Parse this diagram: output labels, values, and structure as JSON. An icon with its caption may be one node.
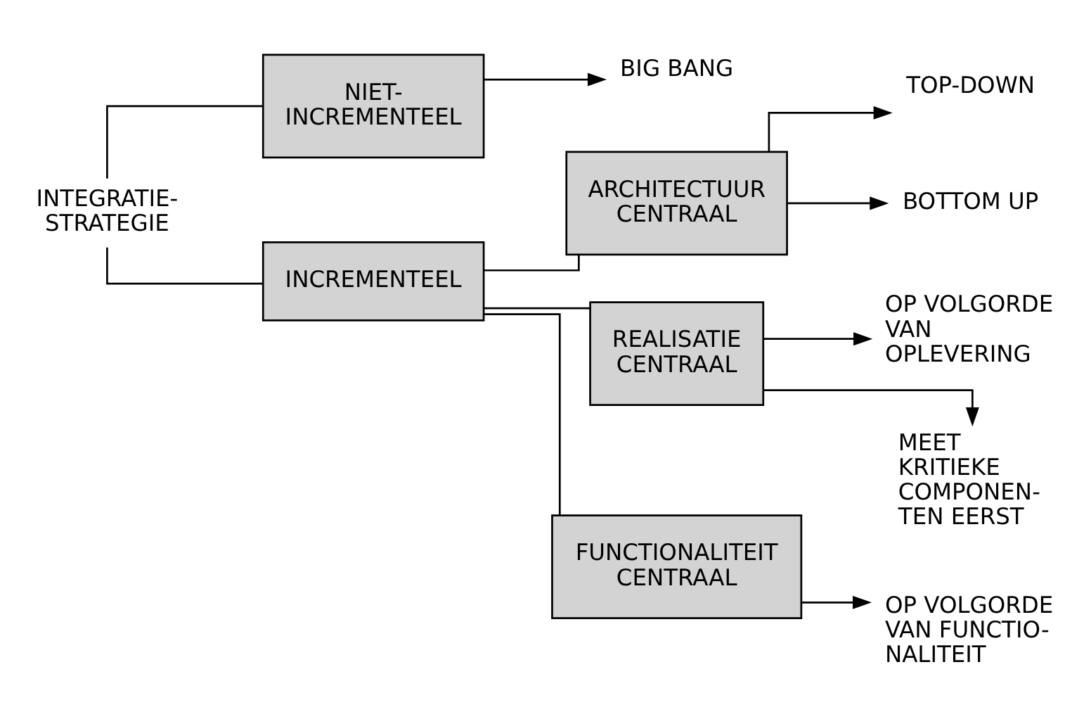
{
  "diagram": {
    "nodes": [
      {
        "text": [
          "INTEGRATIE- STRATEGIE"
        ]
      },
      {
        "text": [
          "NIET- INCREMENTEEL"
        ]
      },
      {
        "text": [
          "BIG BANG"
        ]
      },
      {
        "text": [
          "INCREMENTEEL"
        ]
      },
      {
        "text": [
          "ARCHITECTUUR CENTRAAL"
        ]
      },
      {
        "text": [
          "TOP-DOWN"
        ]
      },
      {
        "text": [
          "BOTTOM UP"
        ]
      },
      {
        "text": [
          "REALISATIE CENTRAAL"
        ]
      },
      {
        "text": [
          "OP VOLGORDE VAN OPLEVERING"
        ]
      },
      {
        "text": [
          "MEET KRITIEKE COMPONEN- TEN EERST"
        ]
      },
      {
        "text": [
          "FUNCTIONALITEIT CENTRAAL"
        ]
      },
      {
        "text": [
          "OP VOLGORDE VAN FUNCTIO- NALITEIT"
        ]
      }
    ],
    "edges": [
      {
        "from": 0,
        "to": 1,
        "arrow": "none"
      },
      {
        "from": 0,
        "to": 3,
        "arrow": "none"
      },
      {
        "from": 1,
        "to": 2,
        "arrow": "to"
      },
      {
        "from": 3,
        "to": 4,
        "arrow": "none"
      },
      {
        "from": 3,
        "to": 7,
        "arrow": "none"
      },
      {
        "from": 3,
        "to": 10,
        "arrow": "none"
      },
      {
        "from": 4,
        "to": 5,
        "arrow": "to"
      },
      {
        "from": 4,
        "to": 6,
        "arrow": "to"
      },
      {
        "from": 7,
        "to": 8,
        "arrow": "to"
      },
      {
        "from": 7,
        "to": 9,
        "arrow": "to"
      },
      {
        "from": 10,
        "to": 11,
        "arrow": "to"
      }
    ]
  }
}
